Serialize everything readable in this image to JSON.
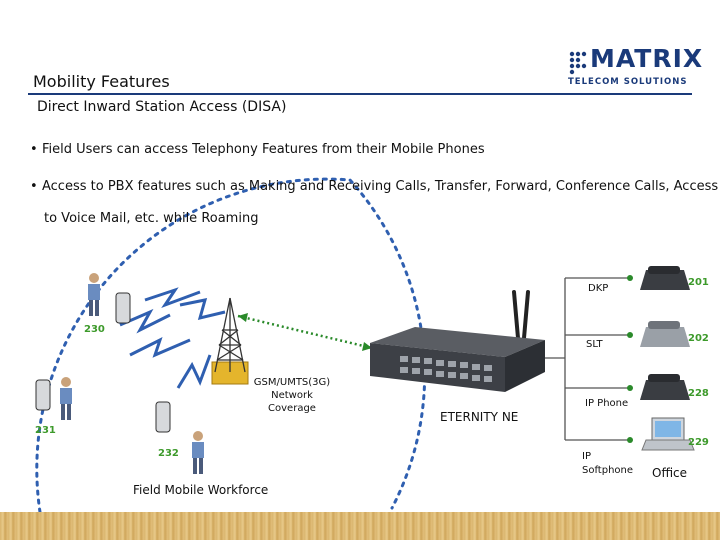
{
  "header": {
    "title": "Mobility Features",
    "subtitle": "Direct Inward Station Access (DISA)"
  },
  "logo": {
    "brand": "MATRIX",
    "tagline": "TELECOM SOLUTIONS",
    "color": "#1a3a7a"
  },
  "bullets": [
    "Field Users can access Telephony Features from their Mobile Phones",
    "Access to PBX features such as Making and Receiving Calls, Transfer, Forward, Conference Calls, Access",
    "to Voice Mail, etc. while Roaming"
  ],
  "diagram": {
    "mobile_ext": [
      "230",
      "231",
      "232"
    ],
    "workforce_label": "Field Mobile Workforce",
    "network_label_lines": [
      "GSM/UMTS(3G)",
      "Network",
      "Coverage"
    ],
    "pbx_label": "ETERNITY NE",
    "endpoints": [
      {
        "type": "DKP",
        "ext": "201"
      },
      {
        "type": "SLT",
        "ext": "202"
      },
      {
        "type": "IP Phone",
        "ext": "228"
      },
      {
        "type_lines": [
          "IP",
          "Softphone"
        ],
        "ext": "229"
      }
    ],
    "office_label": "Office",
    "accent_color": "#3d9a2b",
    "link_color": "#2a8a2a",
    "arc_color": "#2f5fb0"
  }
}
